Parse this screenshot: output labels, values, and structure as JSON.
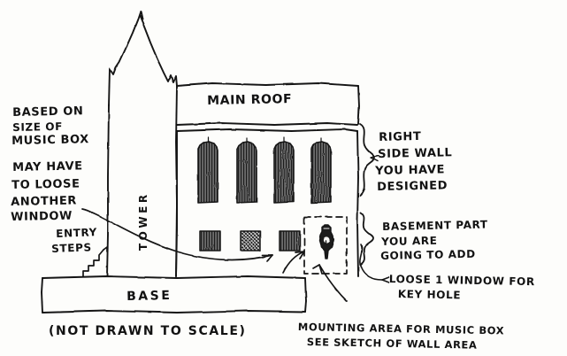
{
  "document": {
    "type": "hand-drawn architectural sketch",
    "subject": "Church / tower facade concept for a music box housing",
    "scale_note": "(NOT DRAWN TO SCALE)"
  },
  "labels": {
    "main_roof": "MAIN ROOF",
    "tower": "TOWER",
    "base": "BASE",
    "not_to_scale": "(NOT DRAWN TO SCALE)"
  },
  "notes": {
    "left_top": {
      "line1": "BASED ON",
      "line2": "SIZE OF",
      "line3": "MUSIC BOX"
    },
    "left_mid": {
      "line1": "MAY HAVE",
      "line2": "TO LOOSE",
      "line3": "ANOTHER",
      "line4": "WINDOW"
    },
    "entry_steps": {
      "line1": "ENTRY",
      "line2": "STEPS"
    },
    "right_top": {
      "line1": "RIGHT",
      "line2": "SIDE WALL",
      "line3": "YOU HAVE",
      "line4": "DESIGNED"
    },
    "right_mid": {
      "line1": "BASEMENT PART",
      "line2": "YOU ARE",
      "line3": "GOING TO ADD"
    },
    "key_hole": {
      "line1": "LOOSE 1 WINDOW FOR",
      "line2": "KEY HOLE"
    },
    "mounting": {
      "line1": "MOUNTING AREA FOR MUSIC BOX",
      "line2": "SEE SKETCH OF WALL AREA"
    }
  },
  "features": {
    "tall_windows_count": 4,
    "small_windows_count": 3,
    "keyhole_count": 1,
    "spire_count": 1,
    "braces": [
      "right-side-wall-brace",
      "basement-brace"
    ],
    "arrows": [
      "arrow-to-small-window",
      "arrow-to-keyhole-box",
      "arrow-from-mounting-note"
    ],
    "dashed_box": "basement keyhole area"
  },
  "colors": {
    "ink": "#121212",
    "paper": "#fdfdfb"
  }
}
